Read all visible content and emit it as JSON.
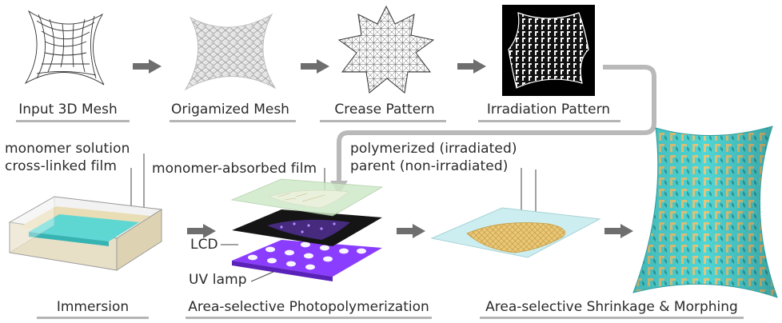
{
  "top_row": {
    "steps": [
      {
        "label": "Input 3D Mesh"
      },
      {
        "label": "Origamized Mesh"
      },
      {
        "label": "Crease Pattern"
      },
      {
        "label": "Irradiation Pattern"
      }
    ]
  },
  "bottom_row": {
    "steps": [
      {
        "label": "Immersion"
      },
      {
        "label": "Area-selective Photopolymerization"
      },
      {
        "label": "Area-selective Shrinkage & Morphing"
      }
    ],
    "annotations": {
      "monomer_solution": "monomer solution",
      "cross_linked_film": "cross-linked film",
      "monomer_absorbed_film": "monomer-absorbed film",
      "lcd": "LCD",
      "uv_lamp": "UV lamp",
      "polymerized": "polymerized (irradiated)",
      "parent": "parent (non-irradiated)"
    }
  },
  "colors": {
    "arrow": "#6e6e6e",
    "connector": "#b9b9b9",
    "underline": "#b5b5b5",
    "cyan": "#4fd6d6",
    "uv": "#8a3dff"
  }
}
